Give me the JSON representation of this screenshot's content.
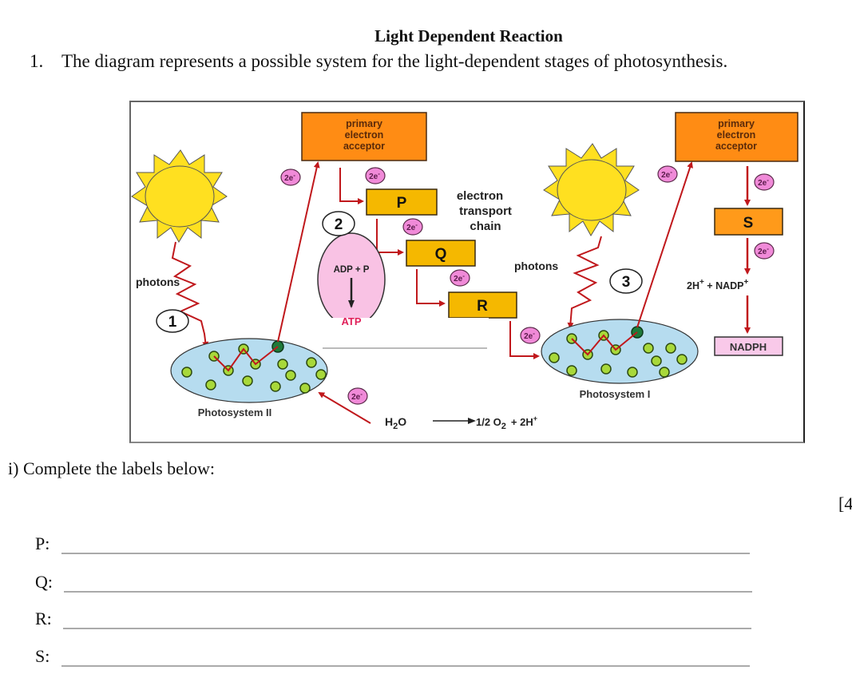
{
  "document": {
    "title": "Light Dependent Reaction",
    "question_number": "1.",
    "question_text": "The diagram represents a possible system for the light-dependent stages of photosynthesis.",
    "instruction": "i) Complete the labels below:",
    "marks": "[4",
    "answers": [
      {
        "label": "P:",
        "value": ""
      },
      {
        "label": "Q:",
        "value": ""
      },
      {
        "label": "R:",
        "value": ""
      },
      {
        "label": "S:",
        "value": ""
      }
    ]
  },
  "diagram": {
    "acceptor_left": [
      "primary",
      "electron",
      "acceptor"
    ],
    "acceptor_right": [
      "primary",
      "electron",
      "acceptor"
    ],
    "carrier_p": "P",
    "carrier_q": "Q",
    "carrier_r": "R",
    "carrier_s": "S",
    "etc_label": [
      "electron",
      "transport",
      "chain"
    ],
    "photons_left": "photons",
    "photons_right": "photons",
    "step_1": "1",
    "step_2": "2",
    "step_3": "3",
    "adp": "ADP + P",
    "atp": "ATP",
    "electron_badge": "2e",
    "electron_charge": "-",
    "photosystem_2": "Photosystem II",
    "photosystem_1": "Photosystem I",
    "water": "H",
    "water_sub": "2",
    "water_o": "O",
    "oxygen": "1/2 O",
    "oxygen_sub": "2",
    "protons": "+ 2H",
    "protons_sup": "+",
    "nadp_h": "2H",
    "nadp_h_sup": "+",
    "nadp": " + NADP",
    "nadp_sup": "+",
    "nadph": "NADPH",
    "colors": {
      "acceptor": "#ff8c14",
      "carrier": "#f5b800",
      "carrier_s": "#ff9a1a",
      "arrow": "#c0181c",
      "sun": "#ffe020",
      "photosystem": "#b6dcef",
      "pigment": "#a8d83a",
      "badge": "#f08ad8",
      "atp_bg": "#f9c2e4",
      "nadph_bg": "#f9c9e9"
    }
  }
}
